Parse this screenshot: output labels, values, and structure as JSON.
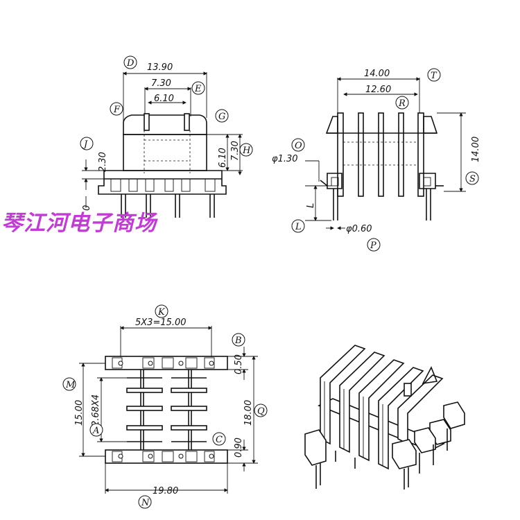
{
  "watermark": "琴江河电子商场",
  "front_view": {
    "circled_labels": [
      "D",
      "E",
      "F",
      "G",
      "J",
      "H"
    ],
    "dims": [
      "13.90",
      "7.30",
      "6.10",
      "2.30",
      "6.10",
      "7.30",
      "0"
    ]
  },
  "side_view": {
    "circled_labels": [
      "T",
      "R",
      "O",
      "S",
      "L",
      "P"
    ],
    "dims": [
      "14.00",
      "12.60",
      "φ1.30",
      "14.00",
      "L",
      "φ0.60"
    ]
  },
  "bottom_view": {
    "circled_labels": [
      "K",
      "B",
      "M",
      "Q",
      "A",
      "C",
      "N"
    ],
    "dims": [
      "5X3=15.00",
      "0.50",
      "15.00",
      "18.00",
      "2.68X4",
      "0.90",
      "19.80"
    ]
  }
}
